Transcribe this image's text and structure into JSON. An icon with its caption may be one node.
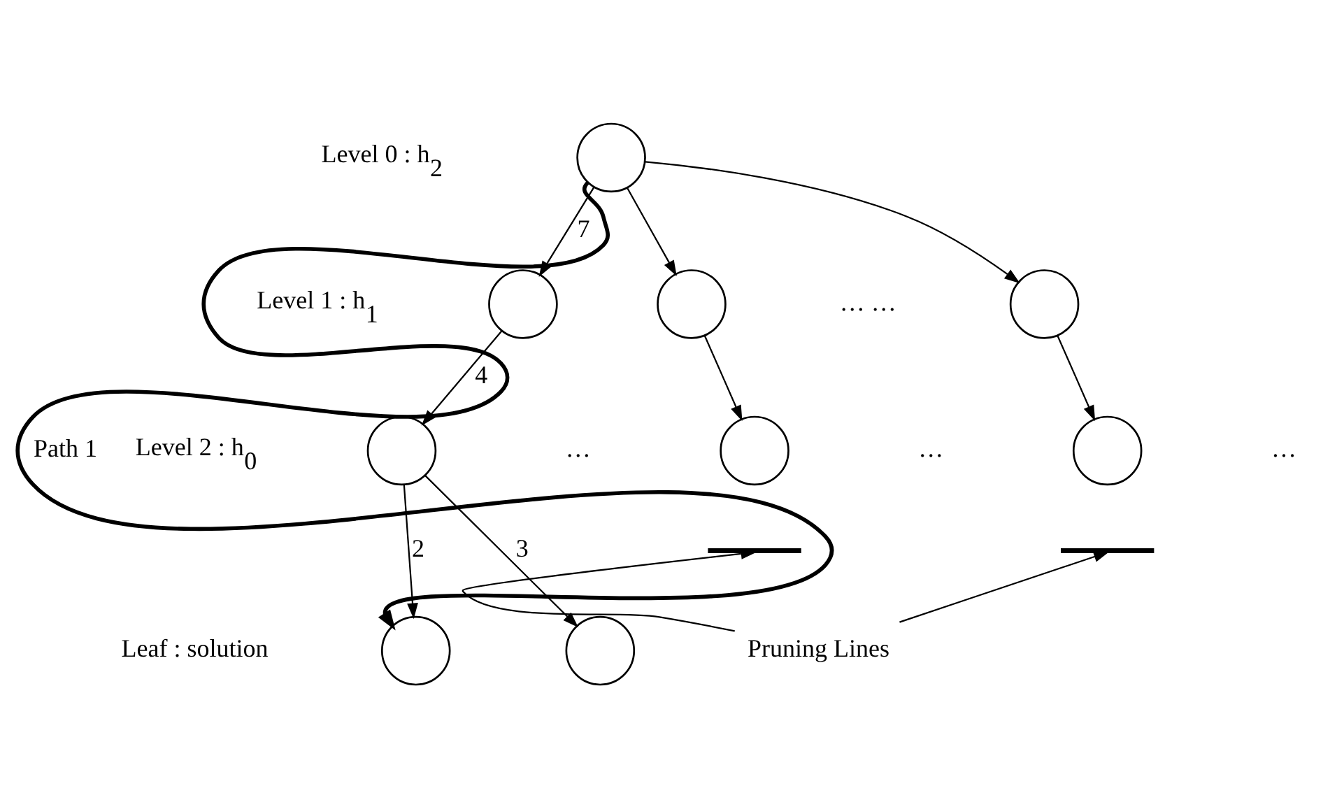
{
  "diagram": {
    "nodes": [
      {
        "text": [],
        "shape": "circle"
      },
      {
        "text": [],
        "shape": "circle"
      },
      {
        "text": [],
        "shape": "circle"
      },
      {
        "text": [],
        "shape": "circle"
      },
      {
        "text": [],
        "shape": "circle"
      },
      {
        "text": [],
        "shape": "circle"
      },
      {
        "text": [],
        "shape": "circle"
      },
      {
        "text": [],
        "shape": "circle"
      },
      {
        "text": [],
        "shape": "circle"
      },
      {
        "text": [],
        "shape": "bar"
      },
      {
        "text": [],
        "shape": "bar"
      },
      {
        "text": [
          "Pruning Lines"
        ]
      }
    ],
    "edges": [
      {
        "from": 0,
        "to": 1,
        "arrow": "to",
        "label": "7"
      },
      {
        "from": 0,
        "to": 2,
        "arrow": "to"
      },
      {
        "from": 0,
        "to": 3,
        "arrow": "to"
      },
      {
        "from": 1,
        "to": 4,
        "arrow": "to",
        "label": "4"
      },
      {
        "from": 2,
        "to": 5,
        "arrow": "to"
      },
      {
        "from": 3,
        "to": 6,
        "arrow": "to"
      },
      {
        "from": 4,
        "to": 7,
        "arrow": "to",
        "label": "2"
      },
      {
        "from": 4,
        "to": 8,
        "arrow": "to",
        "label": "3"
      },
      {
        "from": 0,
        "to": 7,
        "arrow": "to",
        "label": "Path 1",
        "style": "thick"
      },
      {
        "from": 11,
        "to": 9,
        "arrow": "to"
      },
      {
        "from": 11,
        "to": 10,
        "arrow": "to"
      }
    ],
    "labels": [
      "Level 0 : h$_{2}$",
      "Level 1 : h$_{1}$",
      "… …",
      "Level 2 : h$_{0}$",
      "…",
      "…",
      "…",
      "Leaf : solution"
    ]
  }
}
